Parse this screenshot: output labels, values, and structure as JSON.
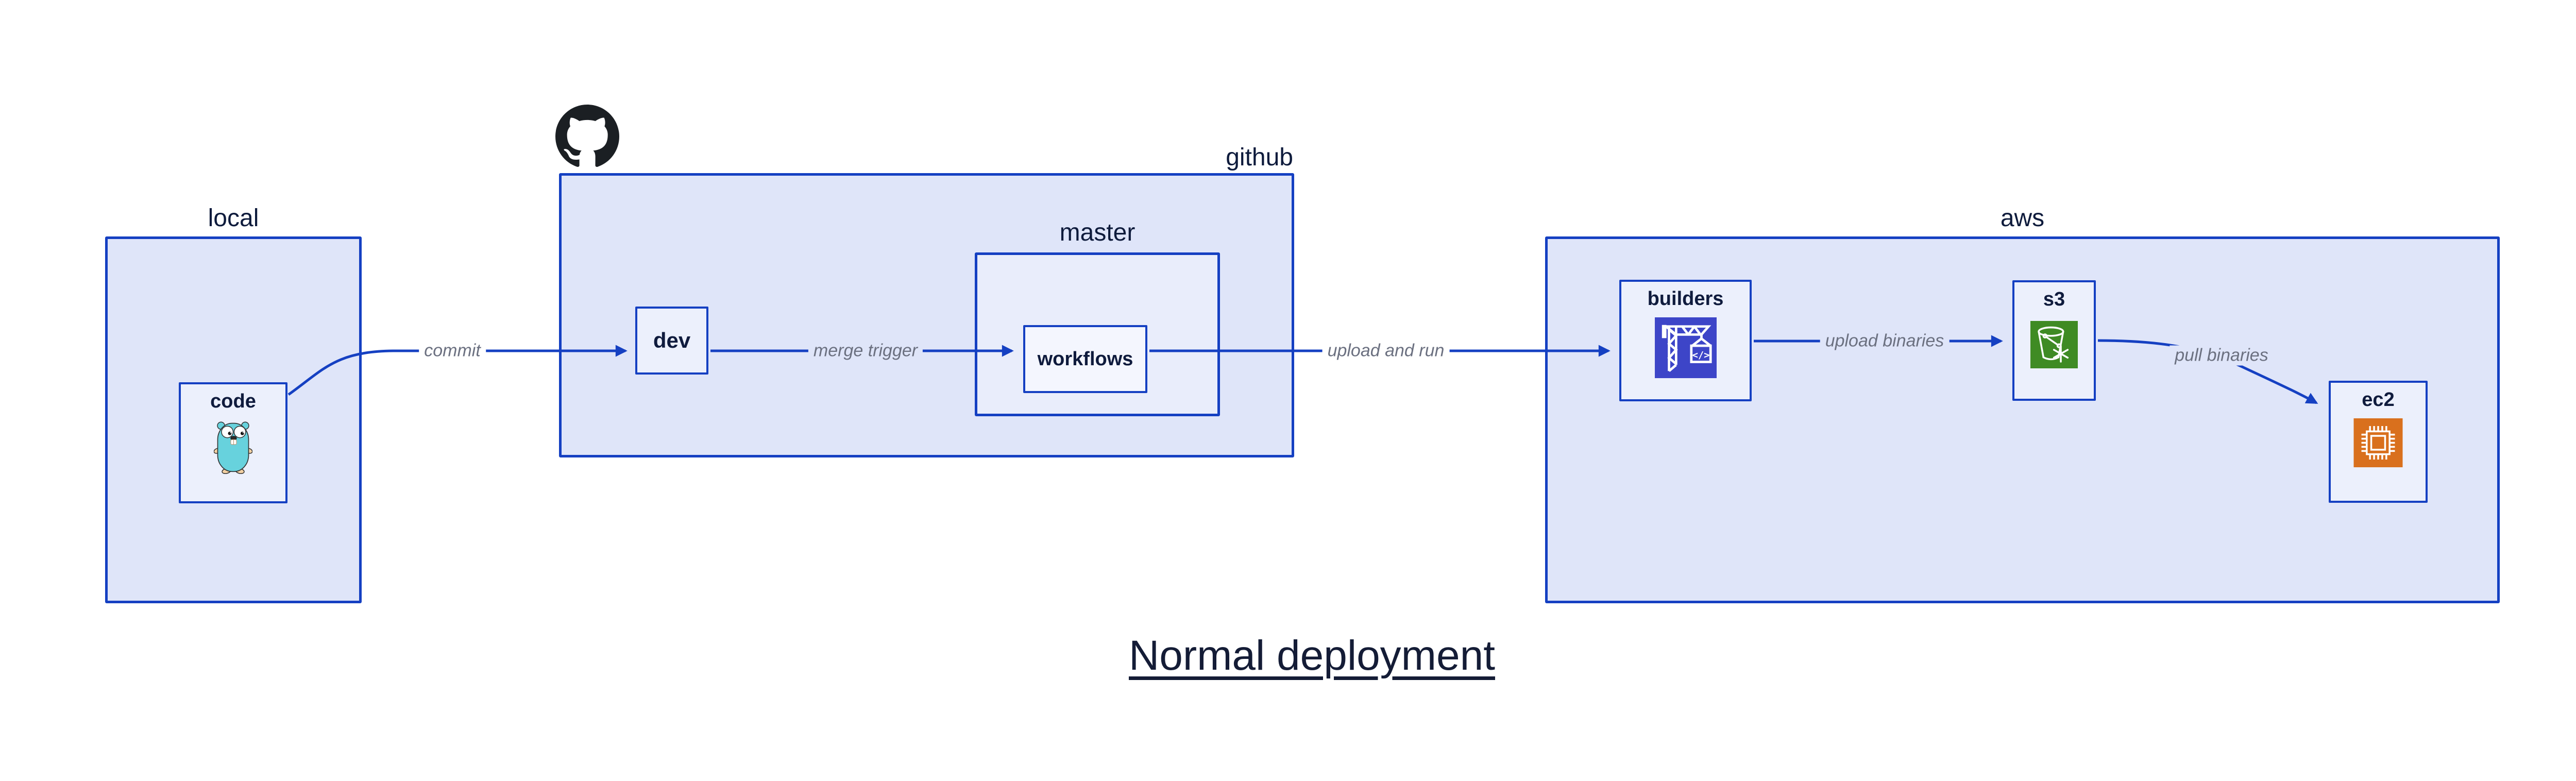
{
  "title": {
    "text": "Normal deployment"
  },
  "clusters": {
    "local": {
      "label": "local"
    },
    "github": {
      "label": "github"
    },
    "master": {
      "label": "master"
    },
    "aws": {
      "label": "aws"
    }
  },
  "nodes": {
    "code": {
      "label": "code",
      "icon": "go-gopher-icon"
    },
    "dev": {
      "label": "dev"
    },
    "workflows": {
      "label": "workflows"
    },
    "builders": {
      "label": "builders",
      "icon": "aws-codebuild-crane-icon"
    },
    "s3": {
      "label": "s3",
      "icon": "aws-s3-bucket-icon"
    },
    "ec2": {
      "label": "ec2",
      "icon": "aws-ec2-chip-icon"
    }
  },
  "edges": [
    {
      "from": "code",
      "to": "dev",
      "label": "commit"
    },
    {
      "from": "dev",
      "to": "workflows",
      "label": "merge trigger"
    },
    {
      "from": "workflows",
      "to": "builders",
      "label": "upload and run"
    },
    {
      "from": "builders",
      "to": "s3",
      "label": "upload binaries"
    },
    {
      "from": "s3",
      "to": "ec2",
      "label": "pull binaries"
    }
  ],
  "logos": {
    "github": "github-octocat-icon"
  },
  "colors": {
    "edge_blue": "#1540c2",
    "cluster_fill": "#dfe5f9",
    "master_fill": "#e9edfb",
    "node_fill": "#ecf0fc",
    "workflows_fill": "#f4f6fe",
    "label_navy": "#0e1b3c",
    "edge_label_gray": "#6b7080",
    "codebuild_indigo": "#3d45c8",
    "s3_green": "#3f8b24",
    "ec2_orange": "#d9701d",
    "gopher_teal": "#67d2dd",
    "github_black": "#1b1f23"
  }
}
